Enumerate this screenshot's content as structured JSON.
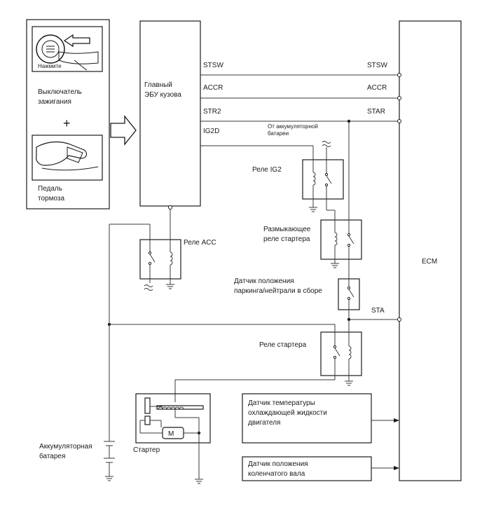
{
  "switch_panel": {
    "press_label": "Нажмите",
    "ignition_label_1": "Выключатель",
    "ignition_label_2": "зажигания",
    "plus": "+",
    "brake_label_1": "Педаль",
    "brake_label_2": "тормоза"
  },
  "body_ecu": {
    "title_1": "Главный",
    "title_2": "ЭБУ кузова",
    "pins": [
      "STSW",
      "ACCR",
      "STR2",
      "IG2D"
    ]
  },
  "ecm": {
    "title": "ECM",
    "pins": [
      "STSW",
      "ACCR",
      "STAR",
      "STA"
    ]
  },
  "battery_note": [
    "От аккумуляторной",
    "батареи"
  ],
  "relays": {
    "ig2": "Реле IG2",
    "acc": "Реле ACC",
    "cutoff_1": "Размыкающее",
    "cutoff_2": "реле стартера",
    "starter": "Реле стартера"
  },
  "pn_switch": [
    "Датчик положения",
    "паркинга/нейтрали в сборе"
  ],
  "starter": {
    "label": "Стартер",
    "motor": "M"
  },
  "battery": [
    "Аккумуляторная",
    "батарея"
  ],
  "sensors": {
    "coolant": [
      "Датчик температуры",
      "охлаждающей жидкости",
      "двигателя"
    ],
    "crank": [
      "Датчик положения",
      "коленчатого вала"
    ]
  }
}
